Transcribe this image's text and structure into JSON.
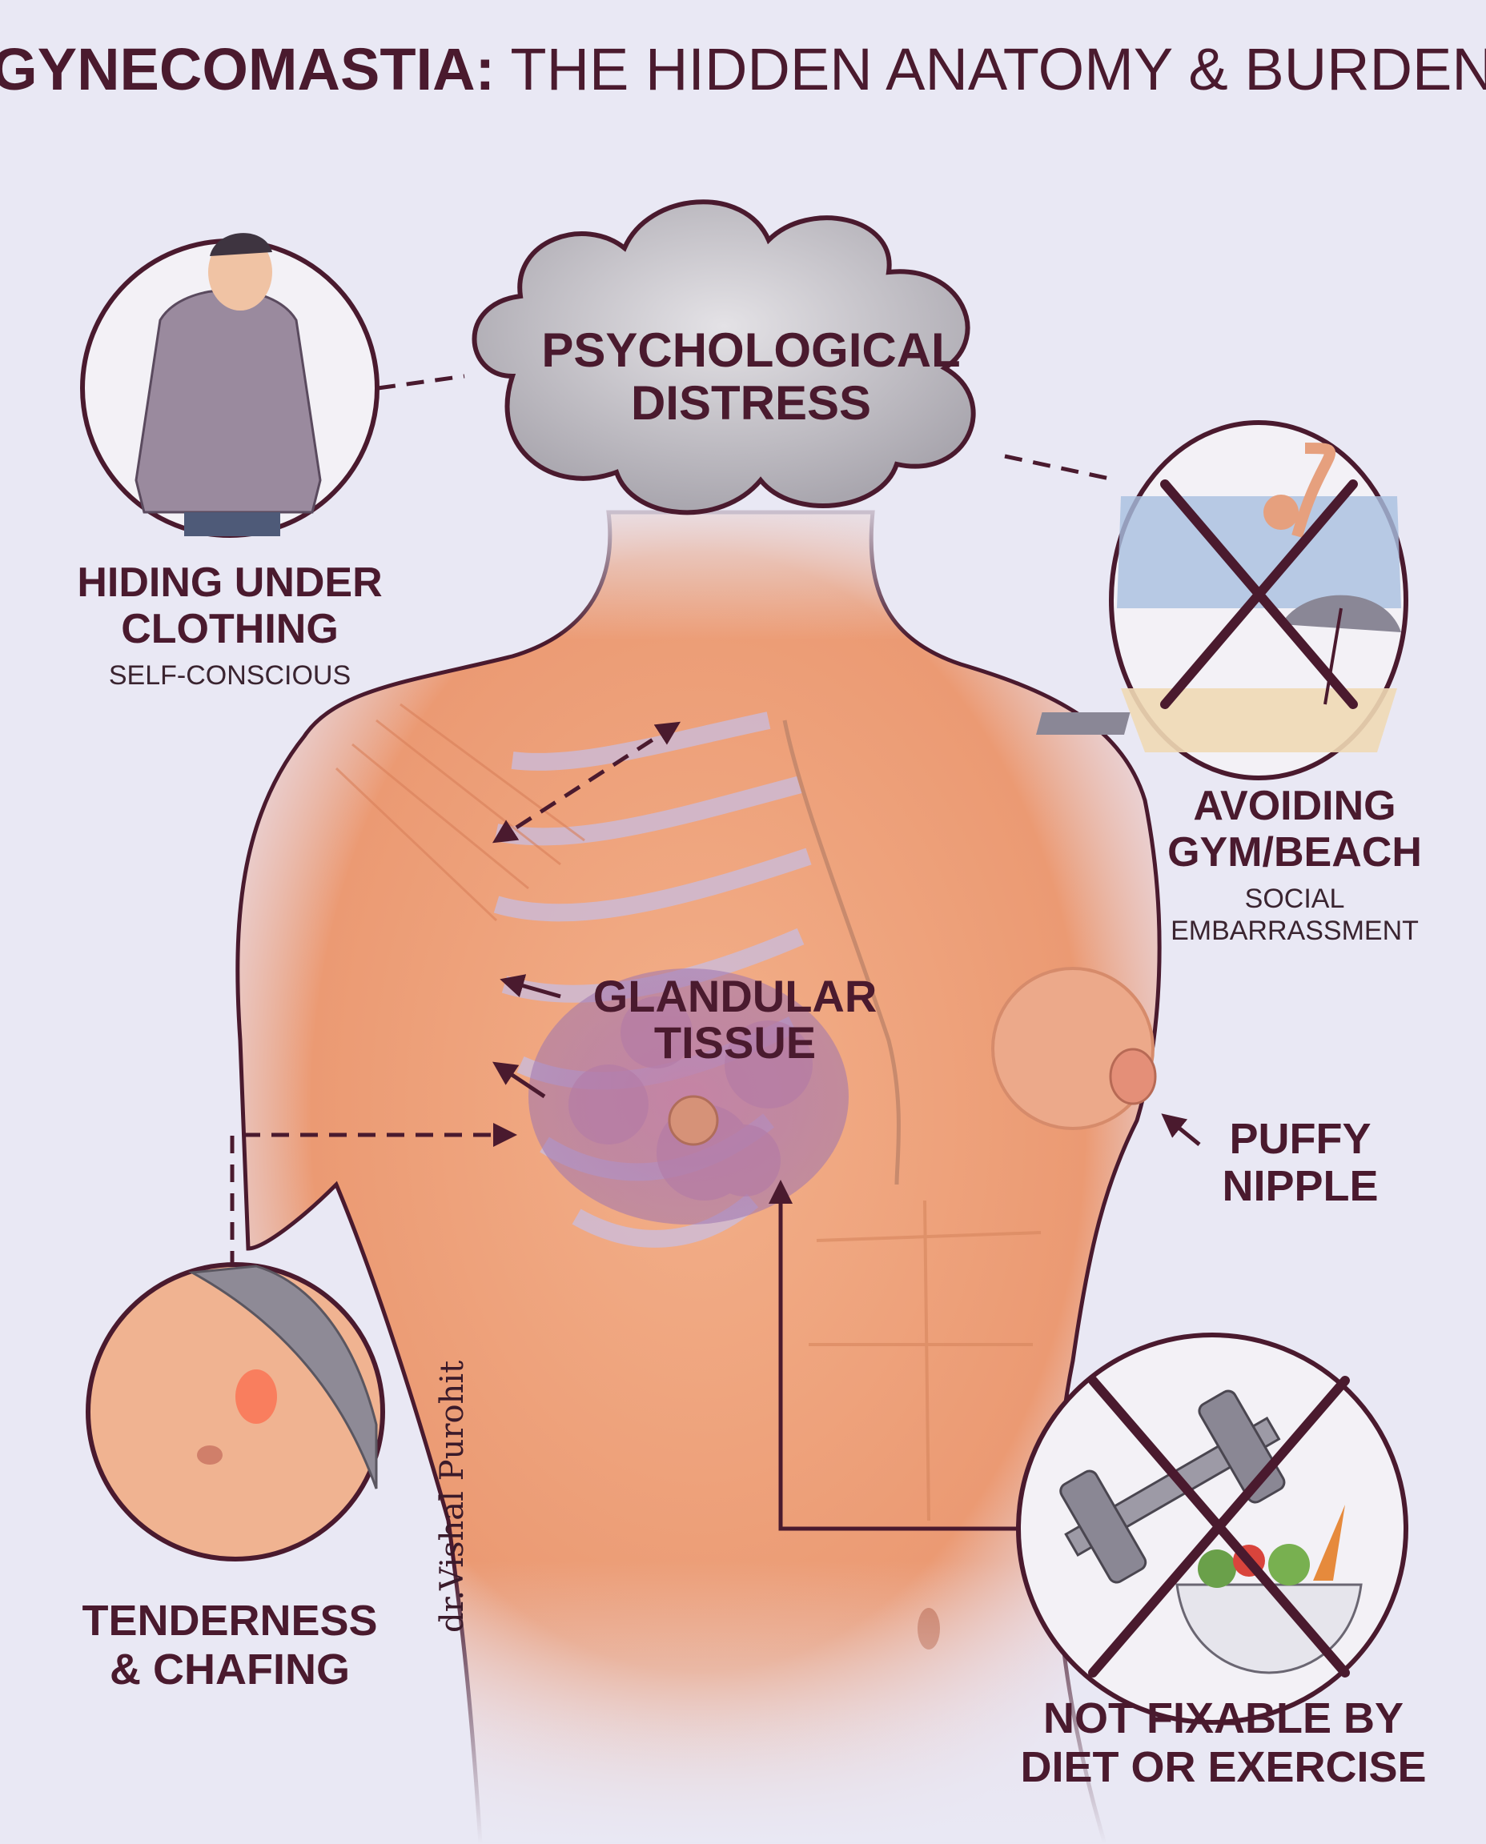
{
  "title": {
    "bold": "GYNECOMASTIA:",
    "rest": " THE HIDDEN ANATOMY & BURDEN"
  },
  "cloud": {
    "line1": "PSYCHOLOGICAL",
    "line2": "DISTRESS"
  },
  "hiding": {
    "line1": "HIDING UNDER",
    "line2": "CLOTHING",
    "sub": "SELF-CONSCIOUS"
  },
  "avoiding": {
    "line1": "AVOIDING",
    "line2": "GYM/BEACH",
    "sub1": "SOCIAL",
    "sub2": "EMBARRASSMENT"
  },
  "glandular": {
    "line1": "GLANDULAR",
    "line2": "TISSUE"
  },
  "puffy": {
    "line1": "PUFFY",
    "line2": "NIPPLE"
  },
  "tenderness": {
    "line1": "TENDERNESS",
    "line2": "& CHAFING"
  },
  "notfixable": {
    "line1": "NOT FIXABLE BY",
    "line2": "DIET OR EXERCISE"
  },
  "signature": "dr.Vishal Purohit",
  "colors": {
    "outline": "#4a1a2e",
    "background": "#e9e8f4",
    "skin": "#f0a57e",
    "gland": "#b57aa8"
  }
}
